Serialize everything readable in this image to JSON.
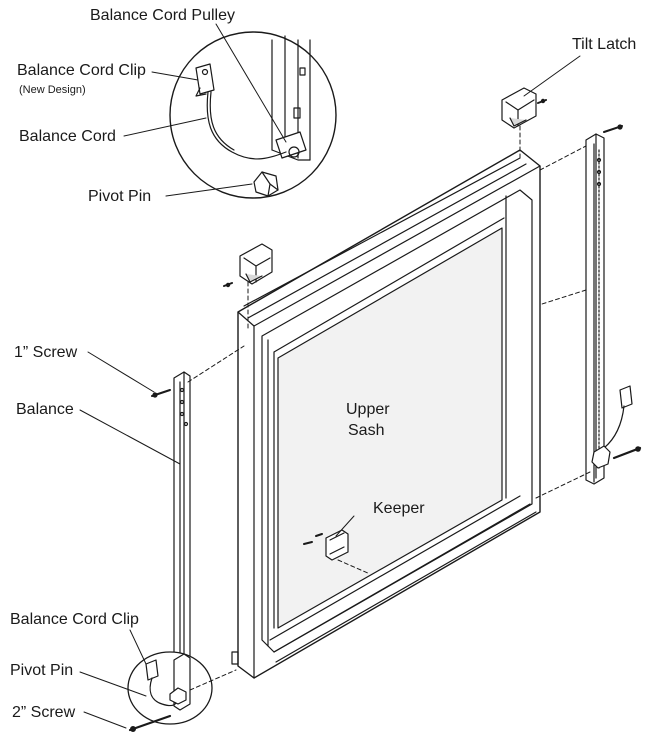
{
  "labels": {
    "balance_cord_pulley": "Balance Cord Pulley",
    "balance_cord_clip_top": "Balance Cord Clip",
    "new_design": "(New Design)",
    "balance_cord": "Balance Cord",
    "pivot_pin_top": "Pivot Pin",
    "tilt_latch": "Tilt Latch",
    "one_inch_screw": "1” Screw",
    "balance": "Balance",
    "upper_sash": "Upper\nSash",
    "upper_sash_line1": "Upper",
    "upper_sash_line2": "Sash",
    "keeper": "Keeper",
    "balance_cord_clip_bottom": "Balance Cord Clip",
    "pivot_pin_bottom": "Pivot Pin",
    "two_inch_screw": "2” Screw"
  },
  "colors": {
    "line": "#1a1a1a",
    "glass": "#f2f2f2",
    "frame": "#ffffff",
    "shade": "#d9d9d9"
  }
}
